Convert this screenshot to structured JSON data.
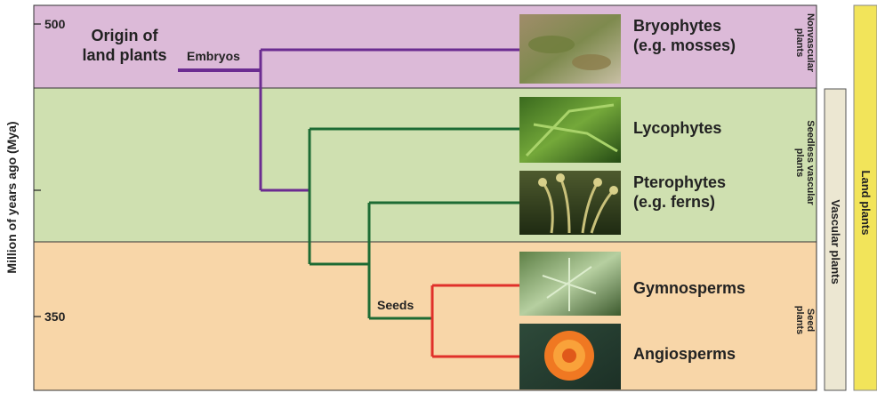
{
  "y_axis": {
    "title": "Million of years ago (Mya)",
    "ticks": [
      "500",
      "350"
    ]
  },
  "events": {
    "origin": "Origin of\nland plants",
    "embryos": "Embryos",
    "seeds": "Seeds"
  },
  "groups": [
    {
      "label": "Bryophytes\n(e.g. mosses)",
      "photo": "moss-photo"
    },
    {
      "label": "Lycophytes",
      "photo": "lycophyte-photo"
    },
    {
      "label": "Pterophytes\n(e.g. ferns)",
      "photo": "fern-photo"
    },
    {
      "label": "Gymnosperms",
      "photo": "gymnosperm-photo"
    },
    {
      "label": "Angiosperms",
      "photo": "angiosperm-photo"
    }
  ],
  "bands": {
    "nonvascular": "Nonvascular\nplants",
    "seedless": "Seedless vascular\nplants",
    "seed": "Seed\nplants"
  },
  "brackets": {
    "vascular": "Vascular plants",
    "land": "Land plants"
  },
  "colors": {
    "nonvascular_band": "#dcbad8",
    "seedless_band": "#cfe0b0",
    "seed_band": "#f8d6a8",
    "embryo_line": "#6b2c91",
    "vascular_line": "#1d6b34",
    "seed_line": "#e0302a",
    "vascular_box": "#ece7d2",
    "land_box": "#f2e45a"
  }
}
